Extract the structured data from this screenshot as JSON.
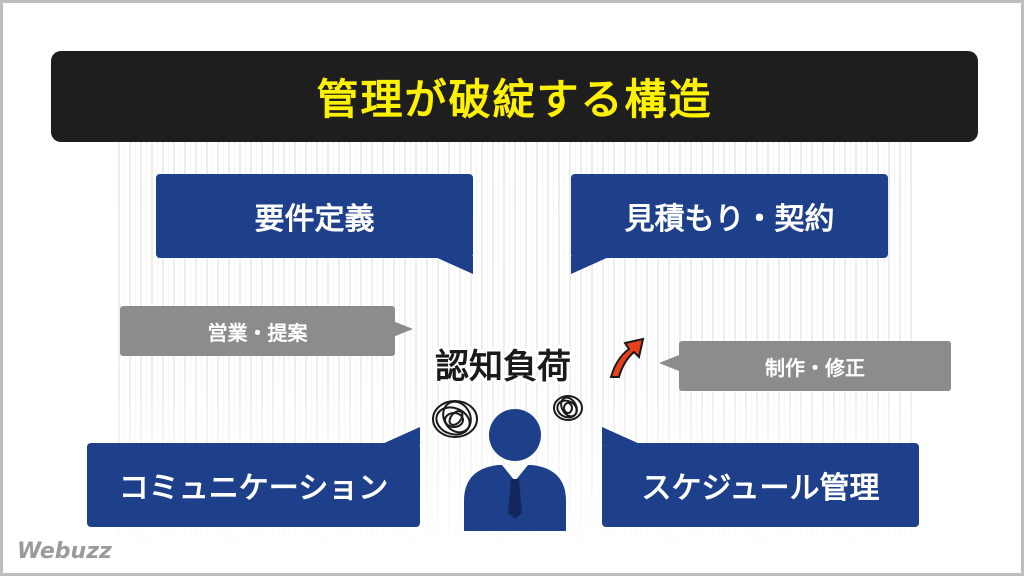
{
  "title": "管理が破綻する構造",
  "boxes": {
    "requirements": "要件定義",
    "estimate_contract": "見積もり・契約",
    "communication": "コミュニケーション",
    "schedule": "スケジュール管理"
  },
  "gray_labels": {
    "sales": "営業・提案",
    "production": "制作・修正"
  },
  "center": {
    "label": "認知負荷"
  },
  "brand": {
    "logo_text": "Webuzz"
  },
  "colors": {
    "title_bg": "#1e1e1e",
    "title_text": "#fff200",
    "box_blue": "#1e3f8a",
    "box_gray": "#8c8c8c",
    "arrow": "#e8401c"
  }
}
